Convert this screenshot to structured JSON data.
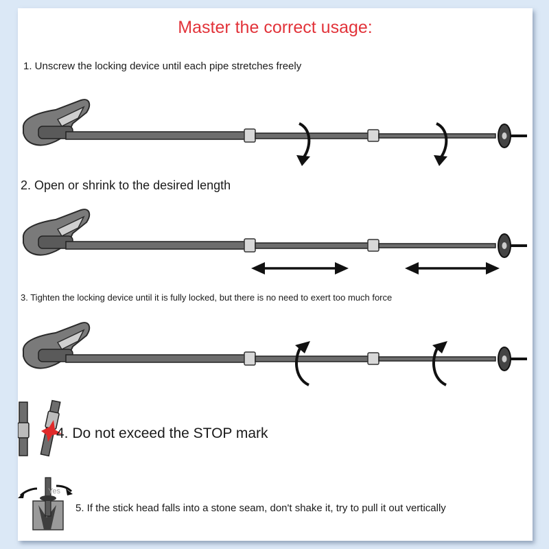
{
  "title": "Master the correct usage:",
  "steps": {
    "step1": "1. Unscrew the locking device until each pipe stretches freely",
    "step2": "2. Open or shrink to the desired length",
    "step3": "3. Tighten the locking device until it is fully locked, but there is no need to exert too much force",
    "step4": "4. Do not exceed the STOP mark",
    "step5": "5. If the stick head falls into a stone seam, don't shake it, try to pull it out vertically"
  },
  "illustration_label": "Yes",
  "colors": {
    "title": "#e2333a",
    "background": "#dbe8f6",
    "pole": "#4a4a4a",
    "stop_mark": "#e02a2a"
  },
  "icons": [
    "pole-unscrew",
    "pole-extend",
    "pole-tighten",
    "stop-mark",
    "stone-seam"
  ]
}
